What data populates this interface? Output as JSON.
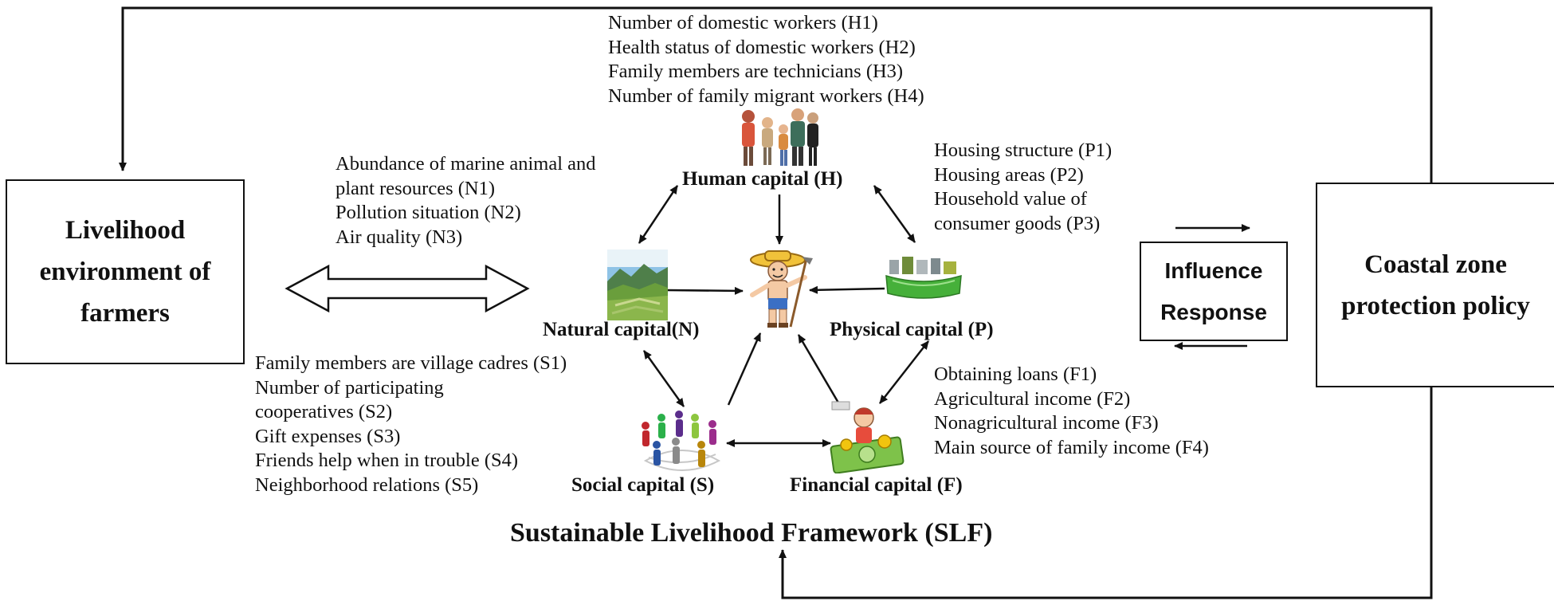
{
  "left_box": {
    "title": "Livelihood environment of farmers"
  },
  "right_box": {
    "title": "Coastal zone protection policy"
  },
  "influence_response": {
    "influence": "Influence",
    "response": "Response"
  },
  "framework_title": "Sustainable Livelihood Framework (SLF)",
  "capitals": {
    "human": {
      "label": "Human capital (H)",
      "indicators": [
        "Number of domestic workers (H1)",
        "Health status of domestic workers (H2)",
        "Family members are technicians (H3)",
        "Number of family migrant workers (H4)"
      ]
    },
    "natural": {
      "label": "Natural capital(N)",
      "indicators": [
        "Abundance of marine animal and",
        "plant resources (N1)",
        "Pollution situation (N2)",
        "Air quality (N3)"
      ]
    },
    "physical": {
      "label": "Physical capital (P)",
      "indicators": [
        "Housing structure (P1)",
        "Housing areas (P2)",
        "Household value of",
        "consumer goods (P3)"
      ]
    },
    "social": {
      "label": "Social capital (S)",
      "indicators": [
        "Family members are village cadres (S1)",
        "Number of participating",
        "cooperatives (S2)",
        "Gift expenses (S3)",
        "Friends help when in trouble (S4)",
        "Neighborhood relations (S5)"
      ]
    },
    "financial": {
      "label": "Financial capital (F)",
      "indicators": [
        "Obtaining loans (F1)",
        "Agricultural income (F2)",
        "Nonagricultural income (F3)",
        "Main source of family income (F4)"
      ]
    }
  },
  "icons": {
    "human": "people-group-icon",
    "natural": "landscape-icon",
    "physical": "household-goods-icon",
    "social": "network-people-icon",
    "financial": "money-icon",
    "farmer": "farmer-icon"
  },
  "colors": {
    "line": "#111111",
    "background": "#ffffff"
  }
}
